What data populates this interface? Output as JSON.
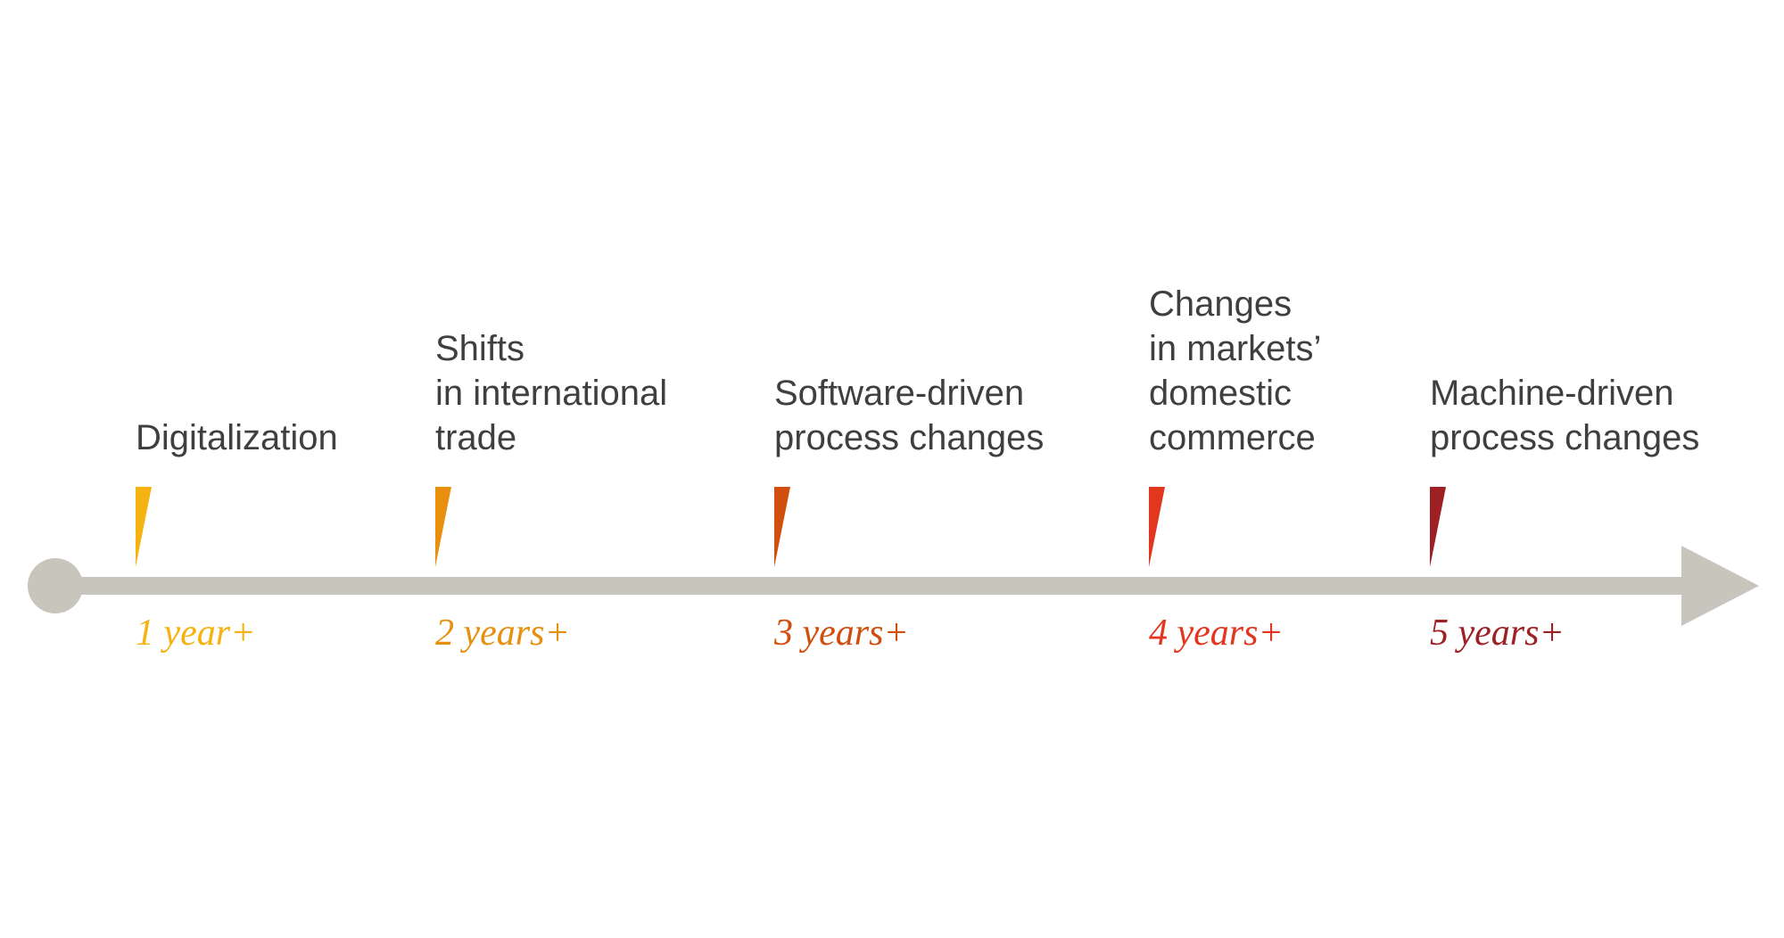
{
  "timeline": {
    "axis_color": "#c8c5bc",
    "label_color": "#3f3f3f",
    "milestones": [
      {
        "label_lines": [
          "Digitalization"
        ],
        "duration": "1 year+",
        "color": "#f5b211"
      },
      {
        "label_lines": [
          "Shifts",
          "in international",
          "trade"
        ],
        "duration": "2 years+",
        "color": "#e8900e"
      },
      {
        "label_lines": [
          "Software-driven",
          "process changes"
        ],
        "duration": "3 years+",
        "color": "#d04e0e"
      },
      {
        "label_lines": [
          "Changes",
          "in markets’",
          "domestic",
          "commerce"
        ],
        "duration": "4 years+",
        "color": "#e2361f"
      },
      {
        "label_lines": [
          "Machine-driven",
          "process changes"
        ],
        "duration": "5 years+",
        "color": "#9e2024"
      }
    ]
  }
}
